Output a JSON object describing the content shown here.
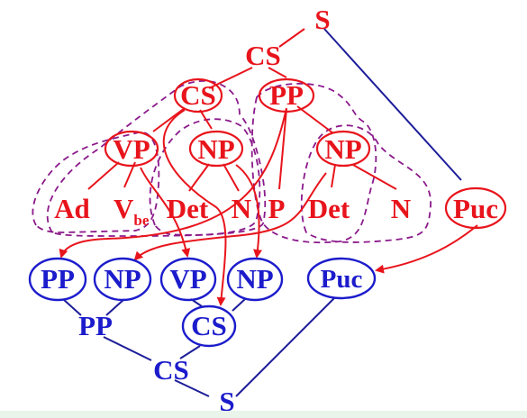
{
  "colors": {
    "source": "#e8141c",
    "target": "#1c1ccc",
    "grouping": "#8b1a8b"
  },
  "source_tree": {
    "root": "S",
    "cs": "CS",
    "nodes": {
      "cs_circled": "CS",
      "pp": "PP",
      "vp": "VP",
      "np1": "NP",
      "np2": "NP"
    },
    "leaves": {
      "ad": "Ad",
      "v": "V",
      "v_sub": "be",
      "det1": "Det",
      "n1": "N",
      "p": "P",
      "det2": "Det",
      "n2": "N",
      "puc": "Puc"
    }
  },
  "target_tree": {
    "nodes": {
      "pp": "PP",
      "np1": "NP",
      "vp": "VP",
      "np2": "NP",
      "puc": "Puc",
      "pp_parent": "PP",
      "cs_circled": "CS",
      "cs": "CS",
      "root": "S"
    }
  }
}
